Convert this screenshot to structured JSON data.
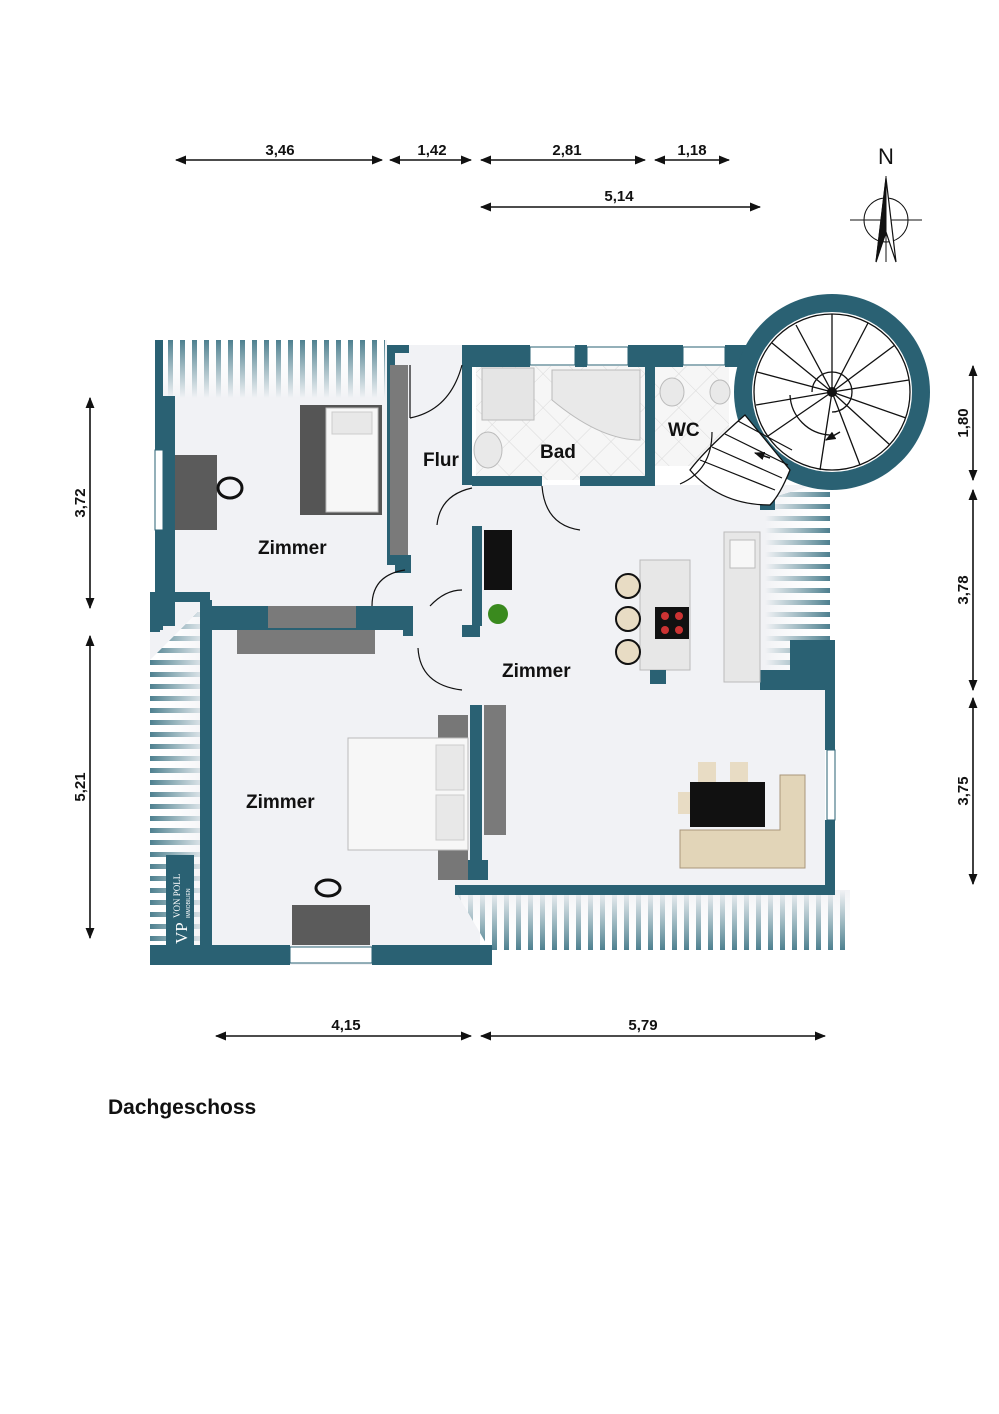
{
  "title": "Dachgeschoss",
  "compass": {
    "label": "N",
    "icon": "north-arrow-icon"
  },
  "colors": {
    "wall": "#2a6173",
    "floor": "#f1f2f5",
    "roof_slope": "#2f6a7c",
    "dim_line": "#111111"
  },
  "rooms": [
    {
      "id": "zimmer-top-left",
      "label": "Zimmer"
    },
    {
      "id": "flur",
      "label": "Flur"
    },
    {
      "id": "bad",
      "label": "Bad"
    },
    {
      "id": "wc",
      "label": "WC"
    },
    {
      "id": "zimmer-living",
      "label": "Zimmer"
    },
    {
      "id": "zimmer-bottom-left",
      "label": "Zimmer"
    }
  ],
  "dimensions": {
    "top_row1": [
      "3,46",
      "1,42",
      "2,81",
      "1,18"
    ],
    "top_row2": [
      "5,14"
    ],
    "left": [
      "3,72",
      "5,21"
    ],
    "right": [
      "1,80",
      "3,78",
      "3,75"
    ],
    "bottom": [
      "4,15",
      "5,79"
    ]
  },
  "logo": {
    "mark": "VP",
    "name": "VON POLL",
    "sub": "IMMOBILIEN"
  }
}
